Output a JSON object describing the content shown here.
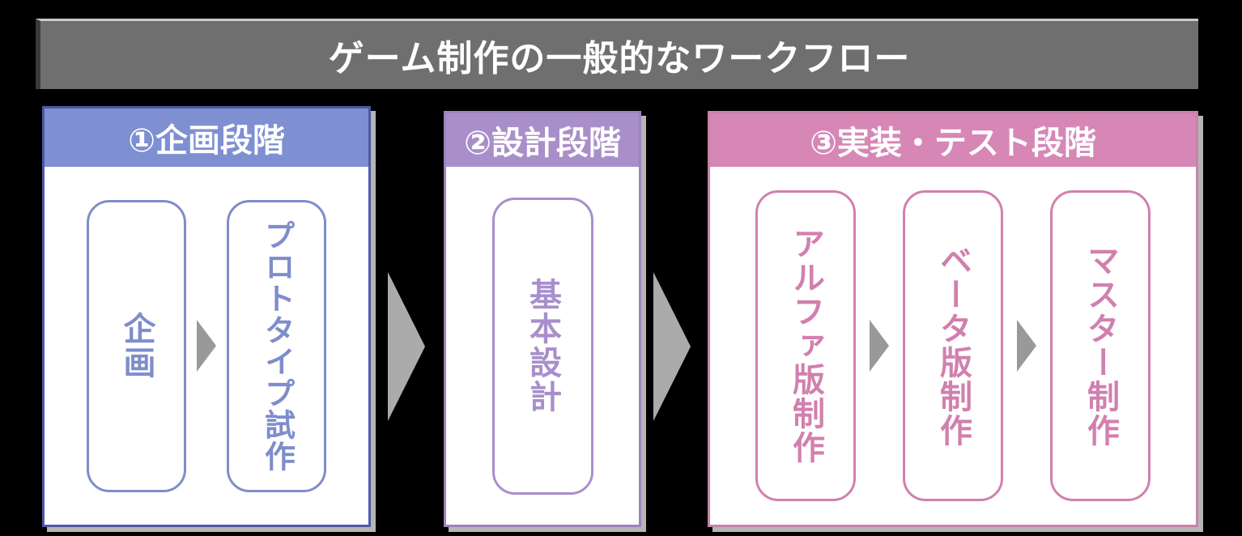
{
  "title_bar": {
    "label": "ゲーム制作の一般的なワークフロー",
    "bg": "#6F6F6F",
    "text_color": "#FFFFFF"
  },
  "panels": [
    {
      "id": "planning-stage",
      "header": "①企画段階",
      "header_bg": "#7E8FD2",
      "panel_border": "#4E59A4",
      "item_color": "#7E8DCB",
      "items": [
        "企画",
        "プロトタイプ試作"
      ]
    },
    {
      "id": "design-stage",
      "header": "②設計段階",
      "header_bg": "#A98FC9",
      "panel_border": "#9B85BE",
      "item_color": "#A88FCB",
      "items": [
        "基本設計"
      ]
    },
    {
      "id": "implementation-test-stage",
      "header": "③実装・テスト段階",
      "header_bg": "#D687B6",
      "panel_border": "#C783AB",
      "item_color": "#D180AE",
      "items": [
        "アルファ版制作",
        "ベータ版制作",
        "マスター制作"
      ]
    }
  ],
  "arrows": {
    "between_stage_color": "#ABABAB",
    "between_step_color": "#999999"
  },
  "page_background": "#000000"
}
